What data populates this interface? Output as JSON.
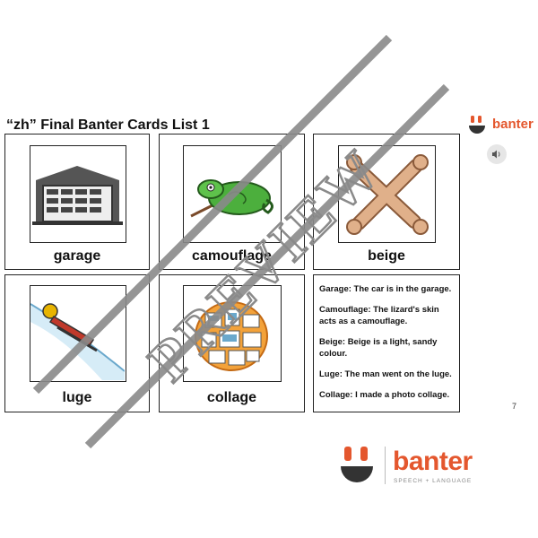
{
  "title": "“zh” Final Banter Cards List 1",
  "logo": {
    "brand": "banter",
    "tagline": "SPEECH + LANGUAGE"
  },
  "cards": [
    {
      "word": "garage",
      "icon": "garage-icon"
    },
    {
      "word": "camouflage",
      "icon": "chameleon-icon"
    },
    {
      "word": "beige",
      "icon": "bone-icon"
    },
    {
      "word": "luge",
      "icon": "luge-icon"
    },
    {
      "word": "collage",
      "icon": "photo-collage-icon"
    }
  ],
  "sentences": [
    {
      "label": "Garage:",
      "before": " The car is in the ",
      "bold": "garage",
      "after": "."
    },
    {
      "label": "Camouflage:",
      "before": " The lizard's skin acts as a ",
      "bold": "camouflage",
      "after": "."
    },
    {
      "label": "Beige:",
      "before": " ",
      "bold": "Beige",
      "after": " is a light, sandy colour."
    },
    {
      "label": "Luge:",
      "before": " The man went on the ",
      "bold": "luge",
      "after": "."
    },
    {
      "label": "Collage:",
      "before": " I made a photo ",
      "bold": "collage",
      "after": "."
    }
  ],
  "page_number": "7",
  "watermark": "PREVIEW",
  "colors": {
    "brand_orange": "#e4572e",
    "brand_dark": "#333333",
    "watermark_gray": "#8a8a8a",
    "chameleon_green": "#4caf3d",
    "skin_beige": "#e0b08a"
  }
}
